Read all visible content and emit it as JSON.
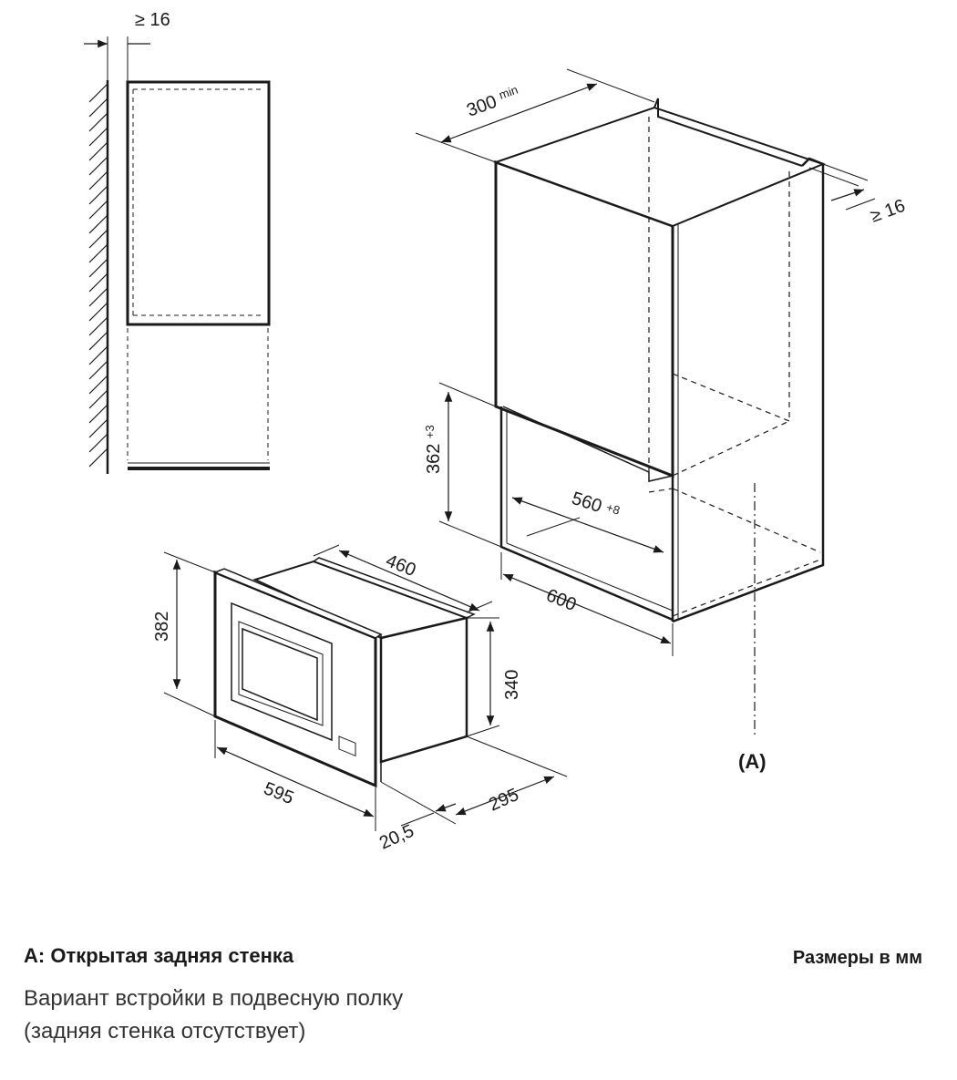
{
  "dimensions": {
    "wall_gap": "≥ 16",
    "depth_min": "300",
    "depth_min_suffix": "min",
    "side_gap": "≥ 16",
    "niche_height": "362",
    "niche_height_tol": "+3",
    "niche_width": "560",
    "niche_width_tol": "+8",
    "cabinet_width": "600",
    "oven_depth": "460",
    "frame_height": "382",
    "body_height": "340",
    "frame_width": "595",
    "frame_thickness": "20,5",
    "body_depth": "295"
  },
  "callout": {
    "label": "(A)"
  },
  "legend": {
    "caption": "A: Открытая задняя стенка",
    "units": "Размеры в мм",
    "description_line1": "Вариант встройки в подвесную полку",
    "description_line2": "(задняя стенка отсутствует)"
  }
}
